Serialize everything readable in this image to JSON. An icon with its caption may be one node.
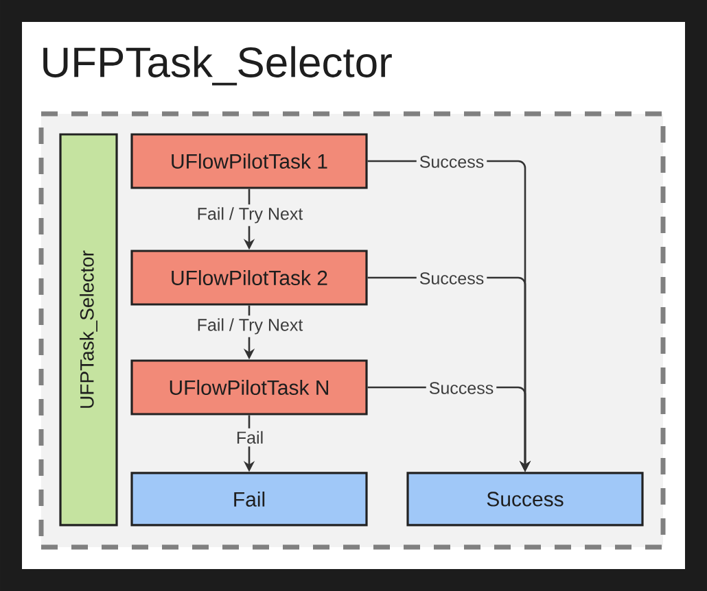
{
  "diagram": {
    "title": "UFPTask_Selector",
    "nodes": [
      {
        "text": [],
        "shape": "box"
      },
      {
        "text": [
          "UFPTask_Selector"
        ],
        "in": 0
      },
      {
        "text": [
          "UFlowPilotTask 1"
        ],
        "in": 0
      },
      {
        "text": [
          "UFlowPilotTask 2"
        ],
        "in": 0
      },
      {
        "text": [
          "UFlowPilotTask N"
        ],
        "in": 0
      },
      {
        "text": [
          "Fail"
        ],
        "in": 0
      },
      {
        "text": [
          "Success"
        ],
        "in": 0
      }
    ],
    "edges": [
      {
        "from": 2,
        "to": 3,
        "arrow": "to",
        "label": "Fail / Try Next"
      },
      {
        "from": 3,
        "to": 4,
        "arrow": "to",
        "label": "Fail / Try Next"
      },
      {
        "from": 4,
        "to": 5,
        "arrow": "to",
        "label": "Fail"
      },
      {
        "from": 2,
        "to": 6,
        "arrow": "to",
        "label": "Success"
      },
      {
        "from": 3,
        "to": 6,
        "arrow": "to",
        "label": "Success"
      },
      {
        "from": 4,
        "to": 6,
        "arrow": "to",
        "label": "Success"
      }
    ]
  }
}
